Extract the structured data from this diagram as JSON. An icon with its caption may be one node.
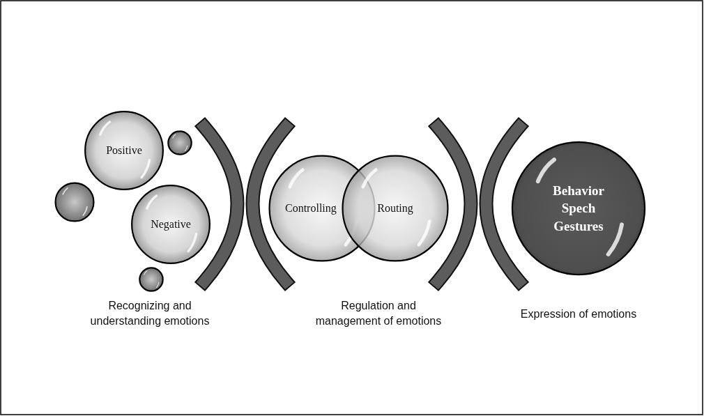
{
  "diagram": {
    "nodes": [
      {
        "text": [
          "Positive"
        ]
      },
      {
        "text": [
          "Negative"
        ]
      },
      {
        "text": [
          "Controlling"
        ]
      },
      {
        "text": [
          "Routing"
        ]
      },
      {
        "text": [
          "Behavior Spech Gestures"
        ]
      },
      {
        "text": [],
        "shape": "circle"
      },
      {
        "text": [],
        "shape": "circle"
      },
      {
        "text": [],
        "shape": "circle"
      }
    ],
    "edges": [],
    "labels": [
      "Recognizing and understanding emotions",
      "Regulation and management of emotions",
      "Expression of emotions"
    ]
  }
}
